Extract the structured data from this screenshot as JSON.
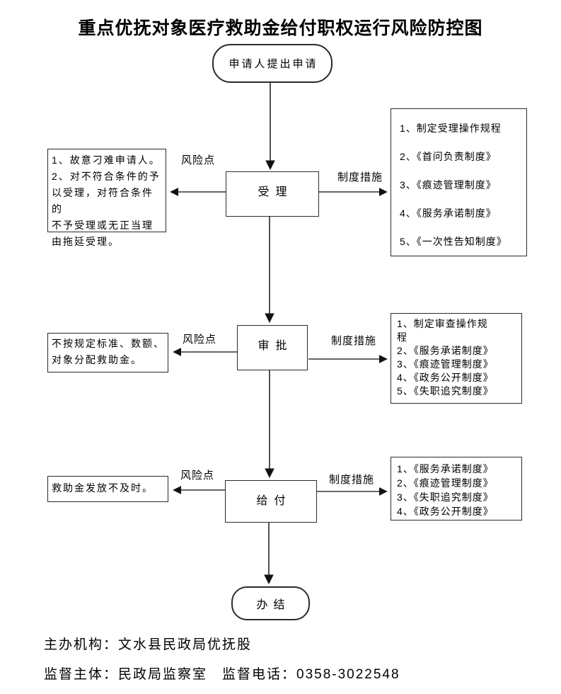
{
  "title": "重点优抚对象医疗救助金给付职权运行风险防控图",
  "flow": {
    "start": "申请人提出申请",
    "steps": [
      {
        "label": "受理"
      },
      {
        "label": "审批"
      },
      {
        "label": "给付"
      }
    ],
    "end": "办结"
  },
  "labels": {
    "risk": "风险点",
    "measure": "制度措施"
  },
  "risks": [
    {
      "text": "1、故意刁难申请人。\n2、对不符合条件的予\n以受理，对符合条件的\n不予受理或无正当理\n由拖延受理。"
    },
    {
      "text": "不按规定标准、数额、\n对象分配救助金。"
    },
    {
      "text": "救助金发放不及时。"
    }
  ],
  "measures": [
    {
      "items": [
        "1、制定受理操作规程",
        "2、《首问负责制度》",
        "3、《痕迹管理制度》",
        "4、《服务承诺制度》",
        "5、《一次性告知制度》"
      ]
    },
    {
      "items": [
        "1、制定审查操作规\n程",
        "2、《服务承诺制度》",
        "3、《痕迹管理制度》",
        "4、《政务公开制度》",
        "5、《失职追究制度》"
      ]
    },
    {
      "items": [
        "1、《服务承诺制度》",
        "2、《痕迹管理制度》",
        "3、《失职追究制度》",
        "4、《政务公开制度》"
      ]
    }
  ],
  "footer": {
    "line1": "主办机构：文水县民政局优抚股",
    "line2": "监督主体：民政局监察室　监督电话：0358-3022548"
  }
}
